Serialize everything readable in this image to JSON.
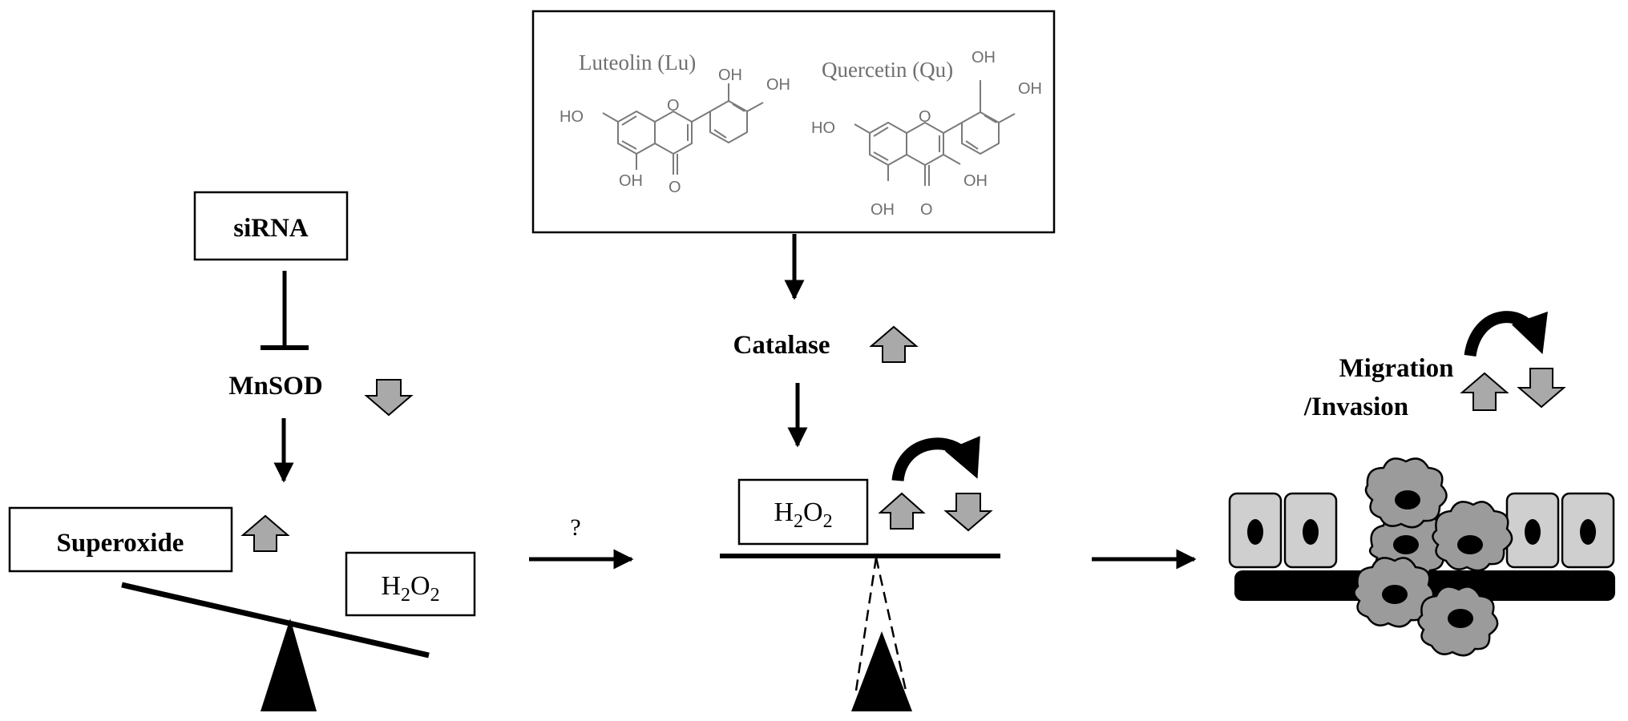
{
  "flavonoids": {
    "luteolin_label": "Luteolin (Lu)",
    "quercetin_label": "Quercetin (Qu)",
    "atoms": {
      "oh": "OH",
      "ho": "HO",
      "o": "O"
    }
  },
  "nodes": {
    "sirna": "siRNA",
    "mnsod": "MnSOD",
    "superoxide": "Superoxide",
    "h2o2_left": {
      "base": "H",
      "sub1": "2",
      "mid": "O",
      "sub2": "2"
    },
    "h2o2_mid": {
      "base": "H",
      "sub1": "2",
      "mid": "O",
      "sub2": "2"
    },
    "catalase": "Catalase",
    "question": "?",
    "migration_line1": "Migration",
    "migration_line2": "/Invasion"
  },
  "indicators": {
    "mnsod": "down",
    "superoxide": "up",
    "catalase": "up",
    "h2o2_mid": "up-then-down",
    "migration": "up-then-down"
  },
  "colors": {
    "gray_arrow": "#a9a9a9",
    "cell_fill": "#cfcfcf",
    "cancer_cell_fill": "#9b9b9b",
    "structure_gray": "#6f6f6f"
  }
}
